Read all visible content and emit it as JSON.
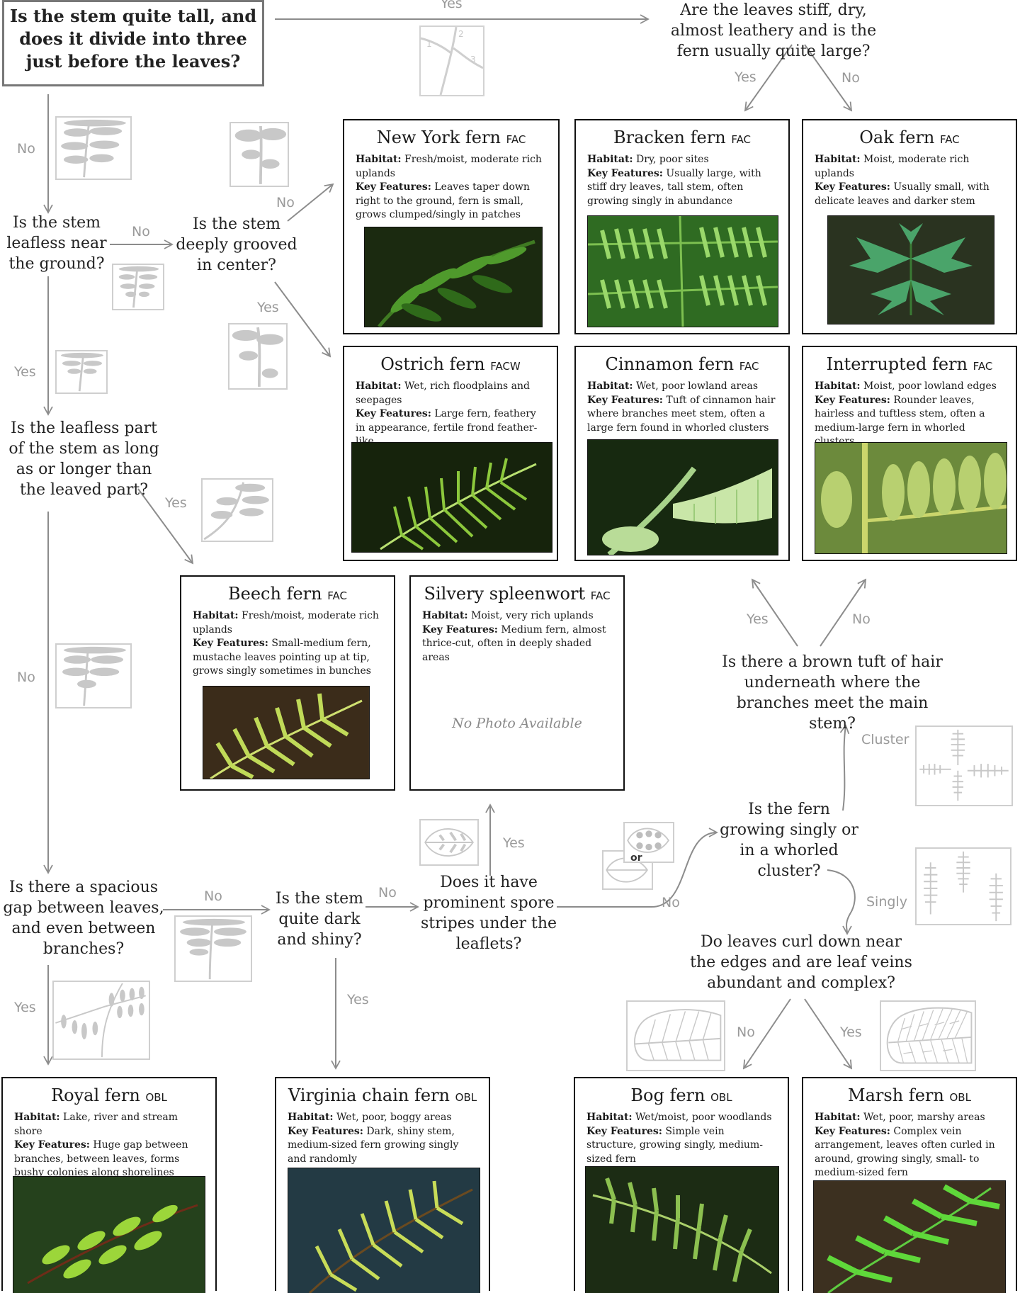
{
  "questions": {
    "q1": "Is the stem quite tall, and does it divide into three just before the leaves?",
    "q2": "Are the leaves stiff, dry, almost leathery and is the fern usually quite large?",
    "q3": "Is the stem leafless near the ground?",
    "q4": "Is the stem deeply grooved in center?",
    "q5": "Is the leafless part of the stem as long as or longer than the leaved part?",
    "q6": "Is there a spacious gap between leaves, and even between branches?",
    "q7": "Is the stem quite dark and shiny?",
    "q8": "Does it have prominent spore stripes under the leaflets?",
    "q9": "Is the fern growing singly or in a whorled cluster?",
    "q10": "Is there a brown tuft of hair underneath where the branches meet the main stem?",
    "q11": "Do leaves curl down near the edges and are leaf veins abundant and complex?"
  },
  "labels": {
    "yes": "Yes",
    "no": "No",
    "cluster": "Cluster",
    "singly": "Singly",
    "or": "or"
  },
  "cards": {
    "newyork": {
      "name": "New York fern",
      "status": "FAC",
      "habitat": "Fresh/moist, moderate rich uplands",
      "features": "Leaves taper down right to the ground, fern is small, grows clumped/singly in patches"
    },
    "bracken": {
      "name": "Bracken fern",
      "status": "FAC",
      "habitat": "Dry, poor sites",
      "features": "Usually large, with stiff dry leaves, tall stem, often growing singly in abundance"
    },
    "oak": {
      "name": "Oak fern",
      "status": "FAC",
      "habitat": "Moist, moderate rich uplands",
      "features": "Usually small, with delicate leaves and darker stem"
    },
    "ostrich": {
      "name": "Ostrich fern",
      "status": "FACW",
      "habitat": "Wet, rich floodplains and seepages",
      "features": "Large fern, feathery in appearance, fertile frond feather-like"
    },
    "cinnamon": {
      "name": "Cinnamon fern",
      "status": "FAC",
      "habitat": "Wet, poor lowland areas",
      "features": "Tuft of cinnamon hair where branches meet stem, often a large fern found in whorled clusters"
    },
    "interrupted": {
      "name": "Interrupted fern",
      "status": "FAC",
      "habitat": "Moist, poor lowland edges",
      "features": "Rounder leaves, hairless and tuftless stem, often a medium-large fern in whorled clusters"
    },
    "beech": {
      "name": "Beech fern",
      "status": "FAC",
      "habitat": "Fresh/moist, moderate rich uplands",
      "features": "Small-medium fern, mustache leaves pointing up at tip, grows singly sometimes in bunches"
    },
    "spleenwort": {
      "name": "Silvery spleenwort",
      "status": "FAC",
      "habitat": "Moist, very rich uplands",
      "features": "Medium fern, almost thrice-cut, often in deeply shaded areas",
      "no_photo": "No Photo Available"
    },
    "royal": {
      "name": "Royal fern",
      "status": "OBL",
      "habitat": "Lake, river and stream shore",
      "features": "Huge gap between branches, between leaves, forms bushy colonies along shorelines"
    },
    "virginia": {
      "name": "Virginia chain fern",
      "status": "OBL",
      "habitat": "Wet, poor, boggy areas",
      "features": "Dark, shiny stem, medium-sized fern growing singly and randomly"
    },
    "bog": {
      "name": "Bog fern",
      "status": "OBL",
      "habitat": "Wet/moist, poor woodlands",
      "features": "Simple vein structure, growing singly, medium-sized fern"
    },
    "marsh": {
      "name": "Marsh fern",
      "status": "OBL",
      "habitat": "Wet, poor, marshy areas",
      "features": "Complex vein arrangement, leaves often curled in around, growing singly, small- to medium-sized fern"
    }
  },
  "field_labels": {
    "habitat": "Habitat:",
    "features": "Key Features:"
  },
  "icon_marks": [
    "1",
    "2",
    "3"
  ],
  "colors": {
    "line": "#8c8c8c",
    "icon_gray": "#c8c8c8",
    "label_gray": "#9a9a9a",
    "card_border": "#111111"
  }
}
